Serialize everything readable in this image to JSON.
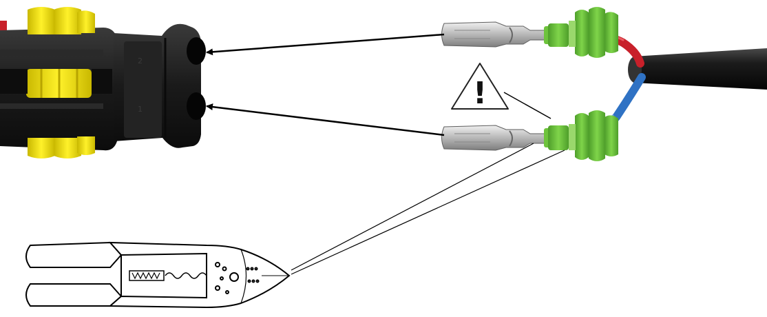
{
  "figure": {
    "caption": "",
    "warning_symbol": "!",
    "icons": [
      "connector-housing",
      "terminal-pin",
      "wire-seal",
      "warning-triangle-icon",
      "crimping-pliers-icon"
    ]
  },
  "colors": {
    "connector_body": "#1c1c1c",
    "connector_seal": "#f2e20c",
    "seal_green": "#6ec33c",
    "wire_red": "#c8202a",
    "wire_blue": "#2f72c4",
    "cable_black": "#141414",
    "terminal_metal": "#c9c9c9",
    "arrow": "#000000"
  },
  "connector": {
    "arrows": 2
  },
  "terminals": [
    {
      "wire": "red"
    },
    {
      "wire": "blue"
    }
  ]
}
